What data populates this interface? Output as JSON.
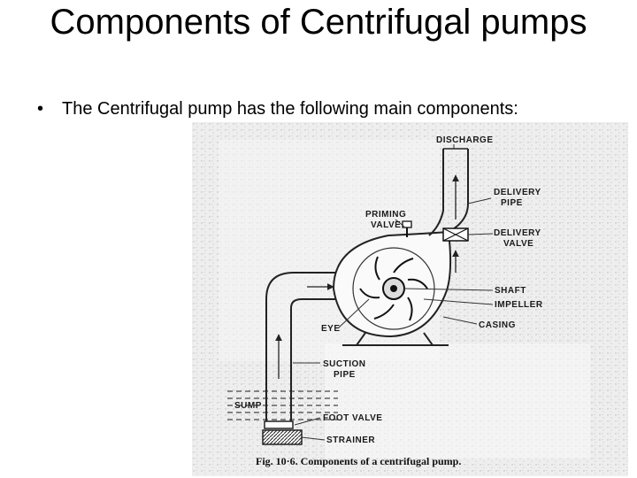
{
  "slide": {
    "title": "Components of Centrifugal pumps",
    "bullet": "The Centrifugal pump has the following main components:"
  },
  "figure": {
    "labels": {
      "discharge": "DISCHARGE",
      "delivery_pipe_1": "DELIVERY",
      "delivery_pipe_2": "PIPE",
      "priming_1": "PRIMING",
      "priming_2": "VALVE",
      "delivery_valve_1": "DELIVERY",
      "delivery_valve_2": "VALVE",
      "shaft": "SHAFT",
      "impeller": "IMPELLER",
      "casing": "CASING",
      "eye": "EYE",
      "suction_1": "SUCTION",
      "suction_2": "PIPE",
      "sump": "SUMP",
      "foot_valve": "FOOT VALVE",
      "strainer": "STRAINER"
    },
    "caption": "Fig. 10·6.   Components of a centrifugal pump."
  }
}
